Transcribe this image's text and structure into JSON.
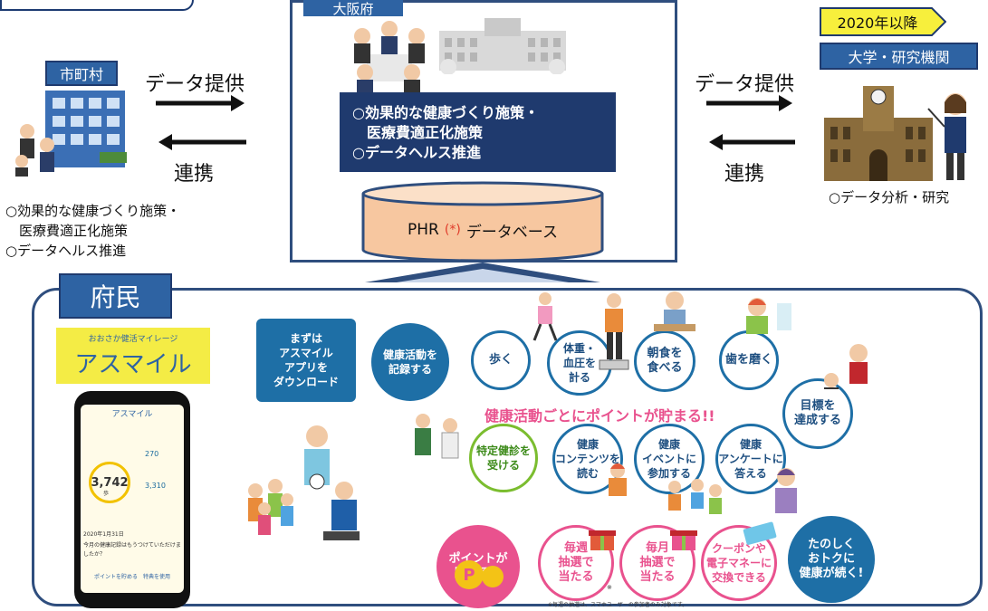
{
  "osaka": {
    "title": "大阪府",
    "measures": [
      "○効果的な健康づくり施策・",
      "　医療費適正化施策",
      "○データヘルス推進"
    ],
    "db_label_before": "PHR",
    "db_label_asterisk": "(*)",
    "db_label_after": "データベース"
  },
  "municipality": {
    "label": "市町村",
    "text": [
      "○効果的な健康づくり施策・",
      "　医療費適正化施策",
      "○データヘルス推進"
    ]
  },
  "flows": {
    "left_provide": "データ提供",
    "left_collab": "連携",
    "right_provide": "データ提供",
    "right_collab": "連携"
  },
  "university": {
    "year_tag": "2020年以降",
    "label": "大学・研究機関",
    "text": "○データ分析・研究"
  },
  "citizens": {
    "label": "府民",
    "app_subtitle": "おおさか健活マイレージ",
    "app_name": "アスマイル",
    "phone": {
      "app_name": "アスマイル",
      "steps": "3,742",
      "steps_unit": "歩",
      "stat_1": "270",
      "stat_2": "3,310",
      "date": "2020年1月31日",
      "message": "今月の健康記録はもうつけていただけましたか？",
      "bottom_bar": "ポイントを貯める　特典を使用"
    },
    "slogan": "健康活動ごとにポイントが貯まる!!",
    "steps_flow": {
      "download": "まずは\nアスマイル\nアプリを\nダウンロード",
      "record": "健康活動を\n記録する",
      "walk": "歩く",
      "weight": "体重・\n血圧を\n計る",
      "breakfast": "朝食を\n食べる",
      "teeth": "歯を磨く",
      "goal": "目標を\n達成する",
      "checkup": "特定健診を\n受ける",
      "content": "健康\nコンテンツを\n読む",
      "event": "健康\nイベントに\n参加する",
      "survey": "健康\nアンケートに\n答える",
      "points": "ポイントが\n貯まると",
      "weekly": "毎週\n抽選で\n当たる",
      "monthly": "毎月\n抽選で\n当たる",
      "coupon": "クーポンや\n電子マネーに\n交換できる",
      "fun": "たのしく\nおトクに\n健康が続く!"
    },
    "weekly_mark": "※",
    "note": "※毎週の抽選は、スマホユーザーの参加者のみ対象です。"
  },
  "colors": {
    "panel_border": "#2f4e7e",
    "label_blue": "#2e63a3",
    "dark_navy": "#1f3a6e",
    "flow_blue": "#1e6fa6",
    "pink": "#e9528e",
    "green": "#7bbd2f",
    "year_yellow": "#f7ef3c",
    "db_orange": "#f7c7a0"
  },
  "icons": [
    "people-meeting-icon",
    "government-building-icon",
    "office-building-icon",
    "university-building-icon",
    "researcher-icon",
    "walking-person-icon",
    "scale-icon",
    "breakfast-icon",
    "toothbrush-icon",
    "goal-person-icon",
    "checkup-icon",
    "reading-icon",
    "running-people-icon",
    "survey-icon",
    "gift-icon",
    "coupon-icon",
    "point-coin-icon"
  ]
}
